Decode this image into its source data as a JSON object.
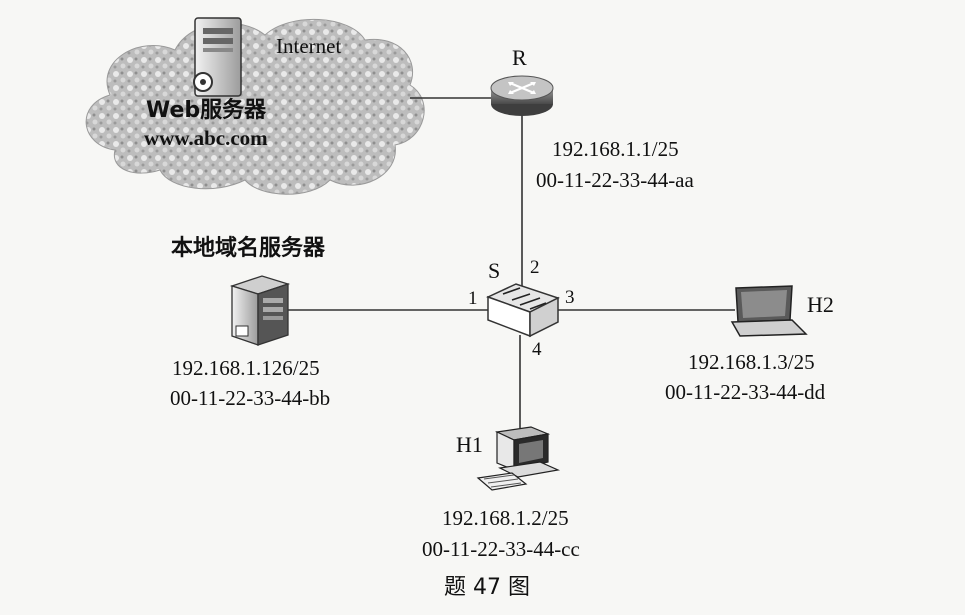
{
  "internet": {
    "cloud_label": "Internet",
    "web_server_label": "Web服务器",
    "web_server_domain": "www.abc.com"
  },
  "router": {
    "name": "R",
    "ip": "192.168.1.1/25",
    "mac": "00-11-22-33-44-aa"
  },
  "switch": {
    "name": "S",
    "ports": [
      "1",
      "2",
      "3",
      "4"
    ]
  },
  "dns_server": {
    "label": "本地域名服务器",
    "ip": "192.168.1.126/25",
    "mac": "00-11-22-33-44-bb"
  },
  "h1": {
    "name": "H1",
    "ip": "192.168.1.2/25",
    "mac": "00-11-22-33-44-cc"
  },
  "h2": {
    "name": "H2",
    "ip": "192.168.1.3/25",
    "mac": "00-11-22-33-44-dd"
  },
  "caption": "题 47 图"
}
